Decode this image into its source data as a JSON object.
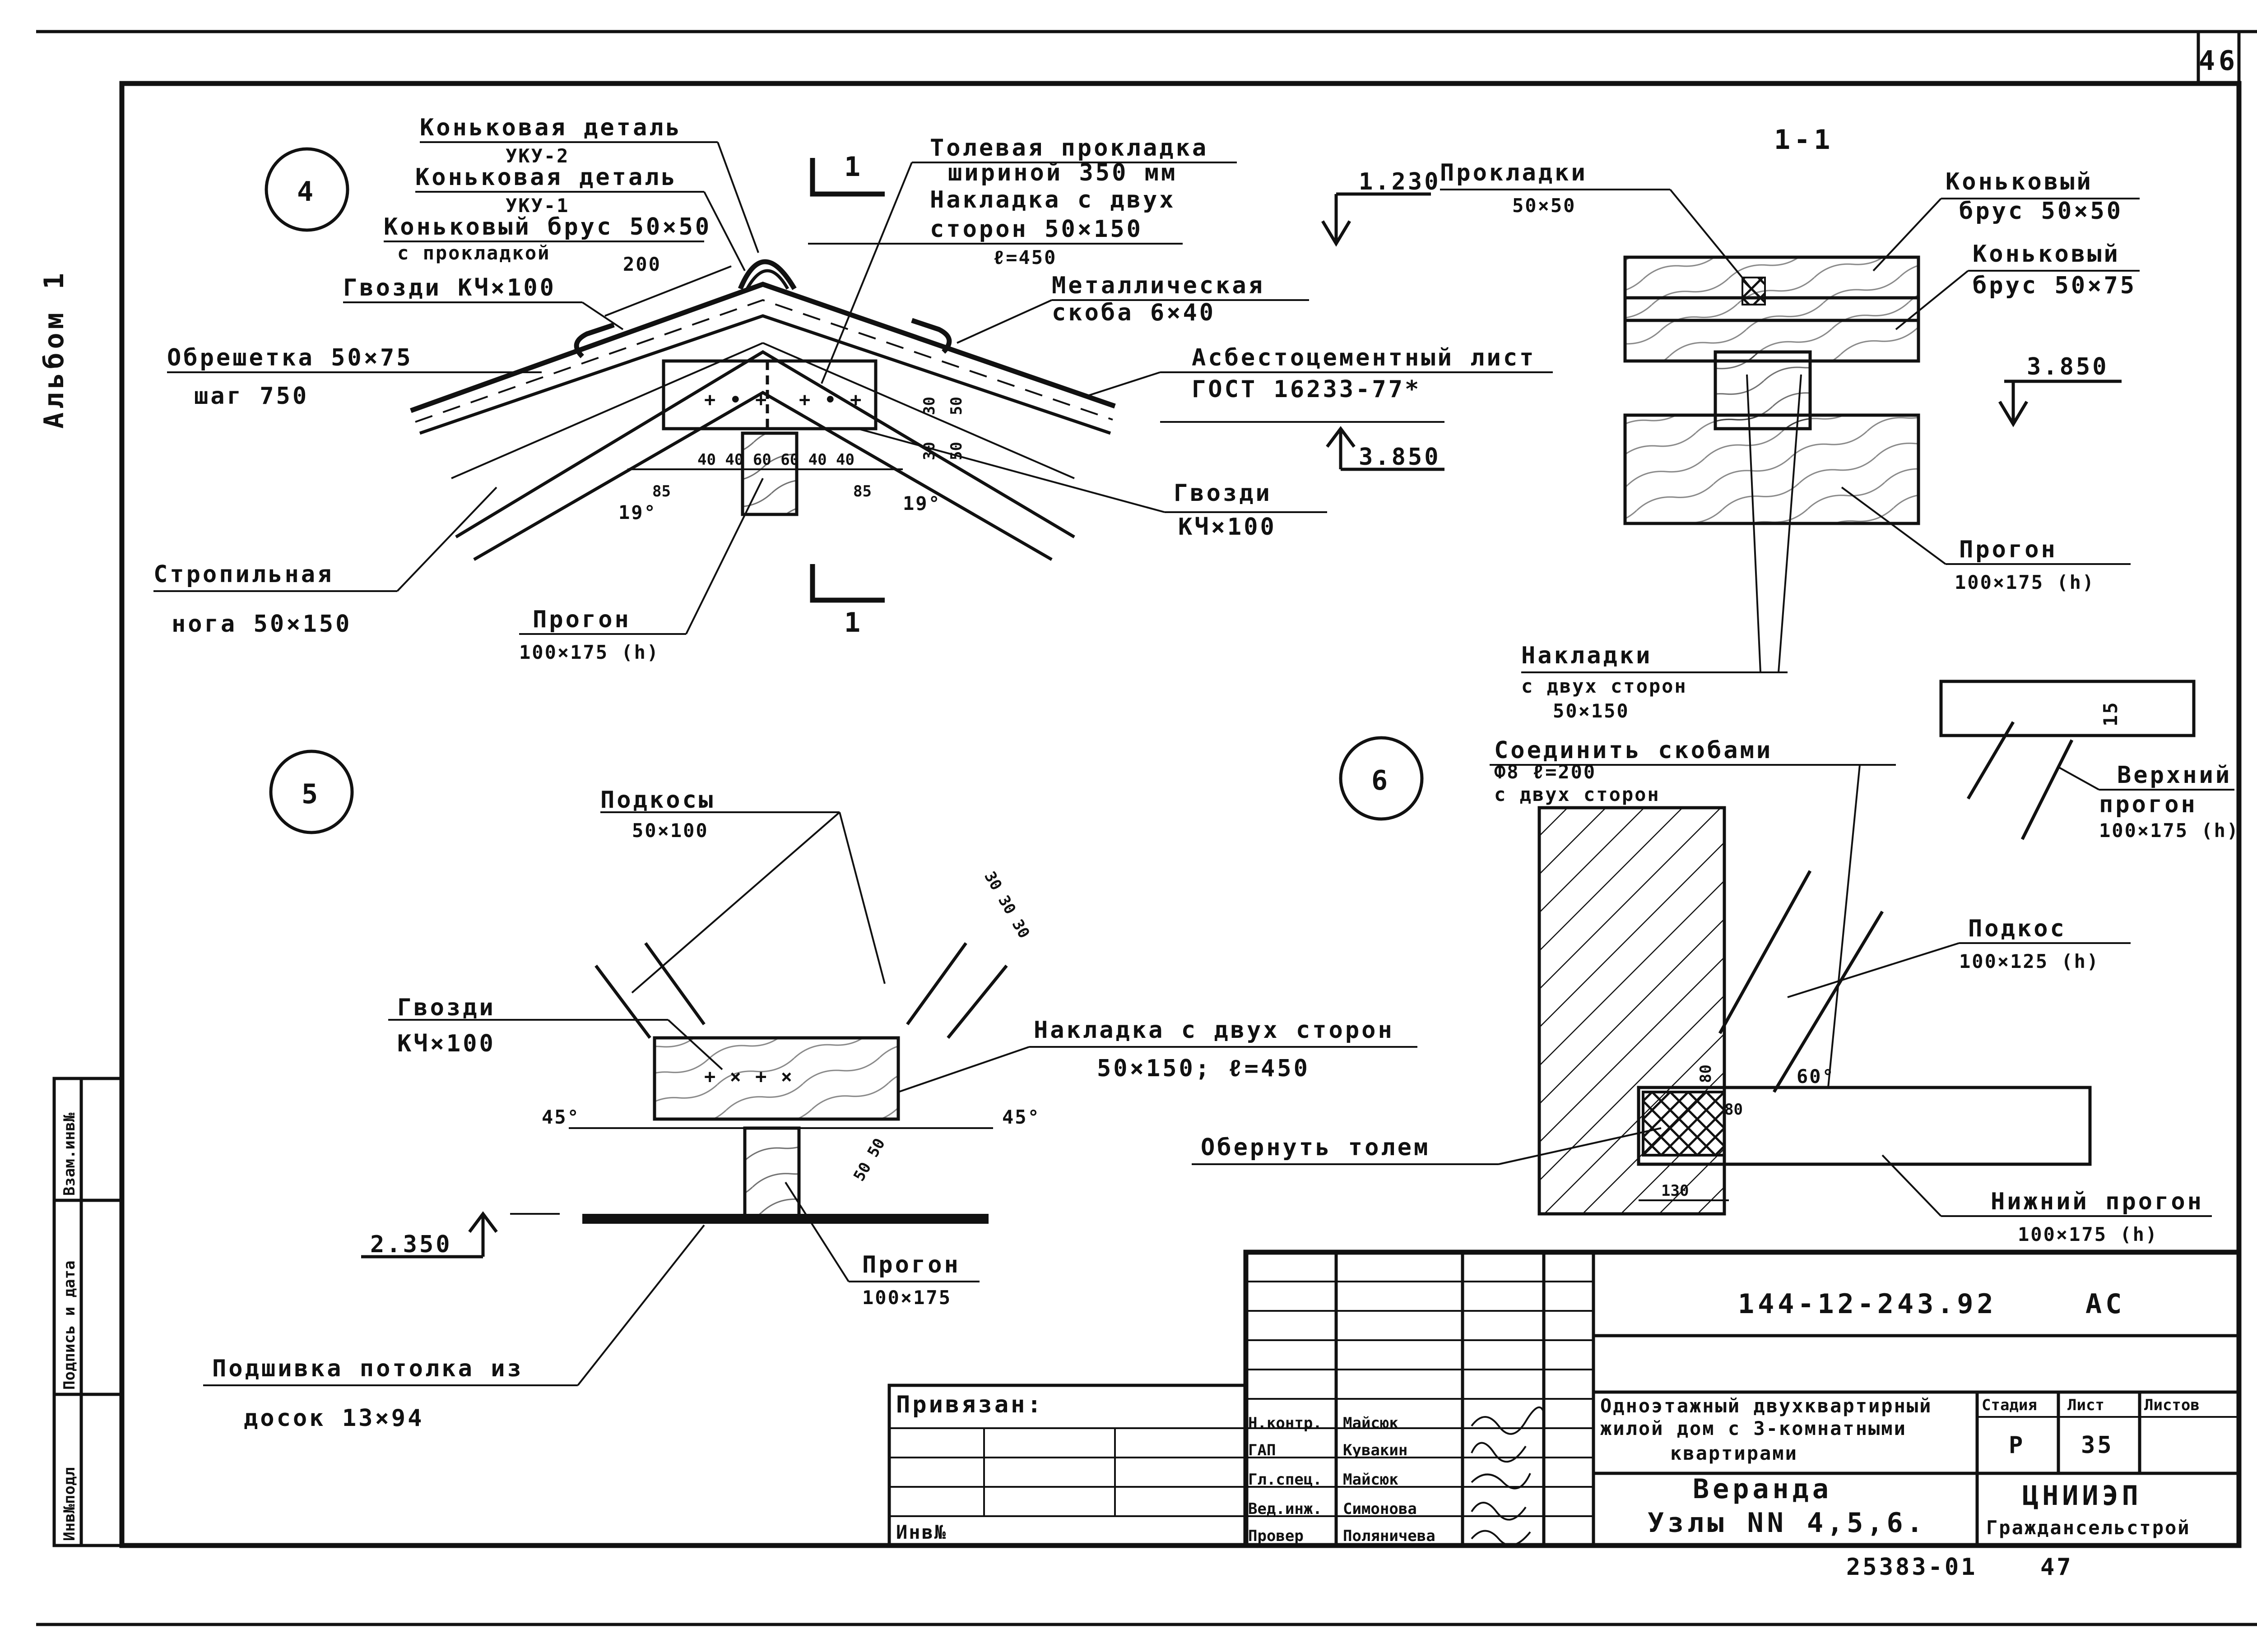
{
  "sheet": {
    "page_number": "46",
    "album": "Альбом 1",
    "footer_code": "25383-01",
    "footer_num": "47"
  },
  "node4": {
    "number": "4",
    "labels": {
      "ridge_detail_2_a": "Коньковая деталь",
      "ridge_detail_2_b": "УКУ-2",
      "ridge_detail_1_a": "Коньковая деталь",
      "ridge_detail_1_b": "УКУ-1",
      "ridge_beam_a": "Коньковый брус 50×50",
      "ridge_beam_b": "с прокладкой",
      "dim_200": "200",
      "nails_top": "Гвозди КЧ×100",
      "battens_a": "Обрешетка 50×75",
      "battens_b": "шаг 750",
      "rafter_a": "Стропильная",
      "rafter_b": "нога 50×150",
      "purlin_a": "Прогон",
      "purlin_b": "100×175 (h)",
      "tar_a": "Толевая прокладка",
      "tar_b": "шириной 350 мм",
      "overlay_a": "Накладка с двух",
      "overlay_b": "сторон 50×150",
      "overlay_c": "ℓ=450",
      "bracket_a": "Металлическая",
      "bracket_b": "скоба 6×40",
      "asbestos_a": "Асбестоцементный лист",
      "asbestos_b": "ГОСТ 16233-77*",
      "nails_bottom_a": "Гвозди",
      "nails_bottom_b": "КЧ×100",
      "level_top": "1.230",
      "level_bottom": "3.850",
      "angle_left": "19°",
      "angle_right": "19°",
      "dim_85_left": "85",
      "dim_85_right": "85",
      "dim_series": "40 40 60 60 40 40",
      "dim_30_a": "30",
      "dim_30_b": "30",
      "dim_50_a": "50",
      "dim_50_b": "50",
      "section_mark": "1"
    }
  },
  "section11": {
    "title": "1-1",
    "labels": {
      "pads_a": "Прокладки",
      "pads_b": "50×50",
      "ridge1_a": "Коньковый",
      "ridge1_b": "брус 50×50",
      "ridge2_a": "Коньковый",
      "ridge2_b": "брус 50×75",
      "level": "3.850",
      "purlin_a": "Прогон",
      "purlin_b": "100×175 (h)",
      "overlays_a": "Накладки",
      "overlays_b": "с двух сторон",
      "overlays_c": "50×150"
    }
  },
  "node5": {
    "number": "5",
    "labels": {
      "struts_a": "Подкосы",
      "struts_b": "50×100",
      "nails_a": "Гвозди",
      "nails_b": "КЧ×100",
      "overlay_a": "Накладка с двух сторон",
      "overlay_b": "50×150; ℓ=450",
      "angle_left": "45°",
      "angle_right": "45°",
      "dim_303030": "30 30 30",
      "dim_5050": "50 50",
      "level": "2.350",
      "purlin_a": "Прогон",
      "purlin_b": "100×175",
      "ceiling_a": "Подшивка потолка из",
      "ceiling_b": "досок 13×94"
    }
  },
  "node6": {
    "number": "6",
    "labels": {
      "connect_a": "Соединить скобами",
      "connect_b": "Ф8 ℓ=200",
      "connect_c": "с двух сторон",
      "upper_a": "Верхний",
      "upper_b": "прогон",
      "upper_c": "100×175 (h)",
      "dim_15": "15",
      "strut_a": "Подкос",
      "strut_b": "100×125 (h)",
      "wrap": "Обернуть толем",
      "lower_a": "Нижний прогон",
      "lower_b": "100×175 (h)",
      "dim_80_v": "80",
      "dim_80_h": "80",
      "dim_130": "130",
      "angle": "60°"
    }
  },
  "title_block": {
    "doc_code": "144-12-243.92",
    "mark": "АС",
    "attached": "Привязан:",
    "inv_no": "Инв№",
    "project_a": "Одноэтажный двухквартирный",
    "project_b": "жилой дом с 3-комнатными",
    "project_c": "квартирами",
    "sheet_title_a": "Веранда",
    "sheet_title_b": "Узлы NN 4,5,6.",
    "stage_hdr": "Стадия",
    "sheet_hdr": "Лист",
    "sheets_hdr": "Листов",
    "stage": "Р",
    "sheet": "35",
    "org_a": "ЦНИИЭП",
    "org_b": "Граждансельстрой",
    "roles": [
      {
        "role": "Н.контр.",
        "name": "Майсюк"
      },
      {
        "role": "ГАП",
        "name": "Кувакин"
      },
      {
        "role": "Гл.спец.",
        "name": "Майсюк"
      },
      {
        "role": "Вед.инж.",
        "name": "Симонова"
      },
      {
        "role": "Провер",
        "name": "Поляничева"
      }
    ]
  },
  "side_stamp": {
    "inv_orig": "Инв№подл",
    "sign_date": "Подпись и дата",
    "replace_inv": "Взам.инв№"
  }
}
